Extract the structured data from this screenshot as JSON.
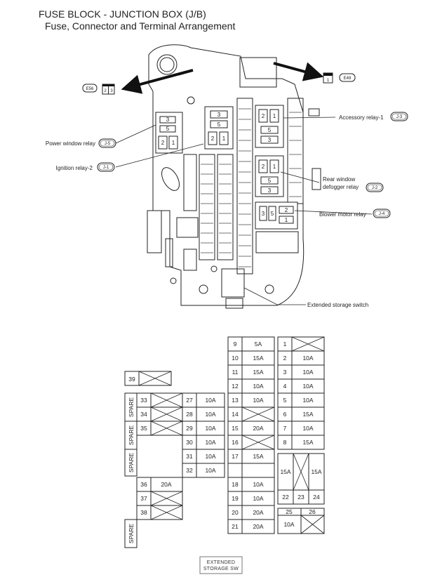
{
  "title": "FUSE BLOCK - JUNCTION BOX (J/B)",
  "subtitle": "Fuse, Connector and Terminal Arrangement",
  "connectors": {
    "left": {
      "code": "E56",
      "pins": [
        "2",
        "3"
      ]
    },
    "right": {
      "code": "E49",
      "pins": [
        "1"
      ]
    }
  },
  "relays": {
    "power_window": {
      "label": "Power window relay",
      "code": "J-5",
      "pins": [
        "3",
        "5",
        "2",
        "1"
      ]
    },
    "ignition_2": {
      "label": "Ignition relay-2",
      "code": "J-1",
      "pins": [
        "3",
        "5",
        "2",
        "1"
      ]
    },
    "accessory_1": {
      "label": "Accessory relay-1",
      "code": "J-3",
      "pins": [
        "2",
        "1",
        "5",
        "3"
      ]
    },
    "rear_defogger": {
      "label1": "Rear window",
      "label2": "defogger relay",
      "code": "J-2",
      "pins": [
        "2",
        "1",
        "5",
        "3"
      ]
    },
    "blower_motor": {
      "label": "Blower motor relay",
      "code": "J-4",
      "pins": [
        "3",
        "5",
        "2",
        "1"
      ]
    }
  },
  "extended_storage_switch": {
    "label": "Extended storage switch"
  },
  "fuse_table": {
    "spare_label": "SPARE",
    "fuses": [
      {
        "no": "1",
        "rating": ""
      },
      {
        "no": "2",
        "rating": "10A"
      },
      {
        "no": "3",
        "rating": "10A"
      },
      {
        "no": "4",
        "rating": "10A"
      },
      {
        "no": "5",
        "rating": "10A"
      },
      {
        "no": "6",
        "rating": "15A"
      },
      {
        "no": "7",
        "rating": "10A"
      },
      {
        "no": "8",
        "rating": "15A"
      },
      {
        "no": "9",
        "rating": "5A"
      },
      {
        "no": "10",
        "rating": "15A"
      },
      {
        "no": "11",
        "rating": "15A"
      },
      {
        "no": "12",
        "rating": "10A"
      },
      {
        "no": "13",
        "rating": "10A"
      },
      {
        "no": "14",
        "rating": ""
      },
      {
        "no": "15",
        "rating": "20A"
      },
      {
        "no": "16",
        "rating": ""
      },
      {
        "no": "17",
        "rating": "15A"
      },
      {
        "no": "18",
        "rating": "10A"
      },
      {
        "no": "19",
        "rating": "10A"
      },
      {
        "no": "20",
        "rating": "20A"
      },
      {
        "no": "21",
        "rating": "20A"
      },
      {
        "no": "22",
        "rating": "15A"
      },
      {
        "no": "23",
        "rating": ""
      },
      {
        "no": "24",
        "rating": "15A"
      },
      {
        "no": "25",
        "rating": ""
      },
      {
        "no": "26",
        "rating": ""
      },
      {
        "no": "27",
        "rating": "10A"
      },
      {
        "no": "28",
        "rating": "10A"
      },
      {
        "no": "29",
        "rating": "10A"
      },
      {
        "no": "30",
        "rating": "10A"
      },
      {
        "no": "31",
        "rating": "10A"
      },
      {
        "no": "32",
        "rating": "10A"
      },
      {
        "no": "33",
        "rating": ""
      },
      {
        "no": "34",
        "rating": ""
      },
      {
        "no": "35",
        "rating": ""
      },
      {
        "no": "36",
        "rating": "20A"
      },
      {
        "no": "37",
        "rating": ""
      },
      {
        "no": "38",
        "rating": ""
      },
      {
        "no": "39",
        "rating": ""
      }
    ],
    "pair_25_26_rating": "10A",
    "extended_storage_label1": "EXTENDED",
    "extended_storage_label2": "STORAGE SW"
  }
}
